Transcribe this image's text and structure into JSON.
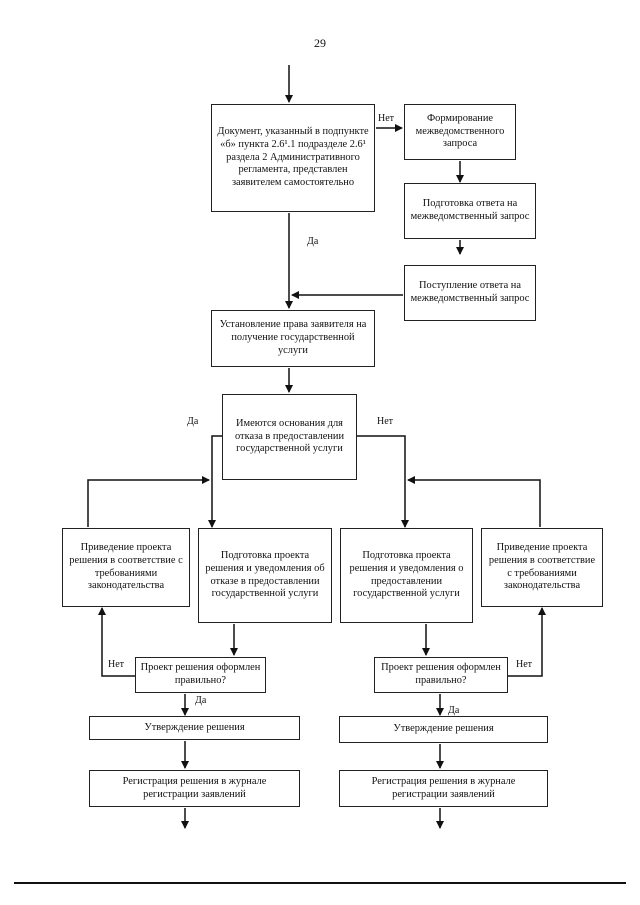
{
  "page_number": "29",
  "nodes": {
    "doc_check": "Документ, указанный в подпункте «б» пункта 2.6¹.1 подразделе 2.6¹ раздела 2 Административного регламента, представлен заявителем самостоятельно",
    "form_request": "Формирование межведомственного запроса",
    "prepare_answer": "Подготовка ответа на межведомственный запрос",
    "receive_answer": "Поступление ответа на межведомственный запрос",
    "establish_right": "Установление права заявителя на получение государственной услуги",
    "grounds_refusal": "Имеются основания для отказа в предоставлении государственной услуги",
    "left_bring": "Приведение проекта решения в соответствие с требованиями законодательства",
    "prep_refusal": "Подготовка проекта решения и уведомления об отказе в предоставлении государственной услуги",
    "prep_provision": "Подготовка проекта решения и уведомления о предоставлении государственной услуги",
    "right_bring": "Приведение проекта решения в соответствие с требованиями законодательства",
    "left_check": "Проект решения оформлен правильно?",
    "right_check": "Проект решения оформлен правильно?",
    "left_approve": "Утверждение решения",
    "right_approve": "Утверждение решения",
    "left_register": "Регистрация решения в журнале регистрации заявлений",
    "right_register": "Регистрация решения в журнале регистрации заявлений"
  },
  "labels": {
    "net_top": "Нет",
    "da_top": "Да",
    "da_grounds": "Да",
    "net_grounds": "Нет",
    "net_left_check": "Нет",
    "net_right_check": "Нет",
    "da_left_check": "Да",
    "da_right_check": "Да"
  }
}
